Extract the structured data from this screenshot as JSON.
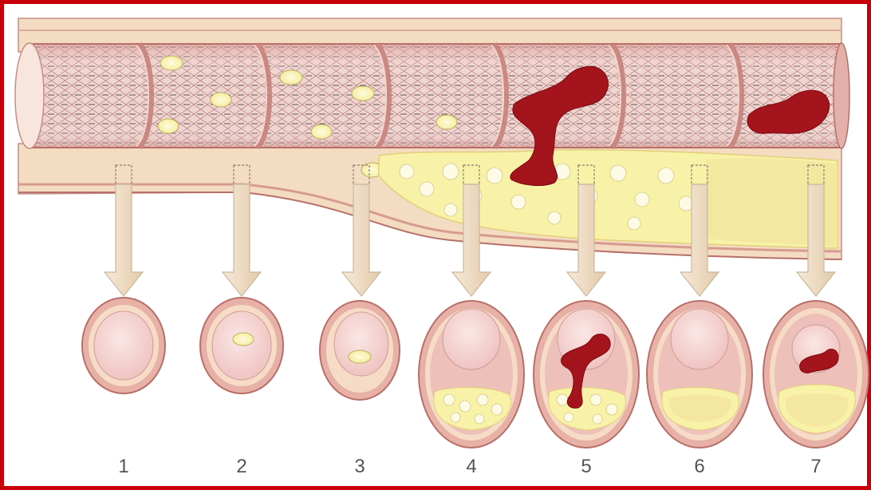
{
  "figure": {
    "stages": [
      {
        "label": "1"
      },
      {
        "label": "2"
      },
      {
        "label": "3"
      },
      {
        "label": "4"
      },
      {
        "label": "5"
      },
      {
        "label": "6"
      },
      {
        "label": "7"
      }
    ]
  },
  "colors": {
    "frame": "#c8000a",
    "vessel_wall": "#e8b1a8",
    "adventitia": "#f3dcc2",
    "lumen": "#f6d2d0",
    "plaque": "#f8f1a8",
    "thrombus": "#a3141c",
    "arrow": "#efdcc4"
  }
}
